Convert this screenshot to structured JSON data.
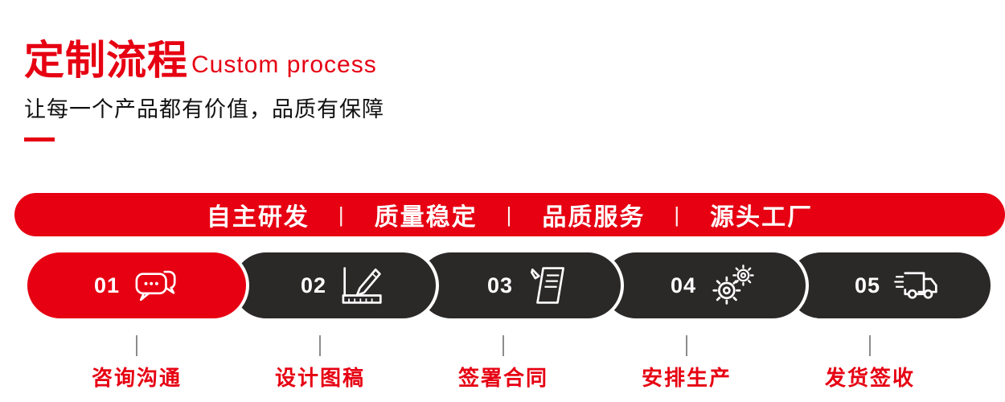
{
  "header": {
    "title_cn": "定制流程",
    "title_en": "Custom process",
    "subtitle": "让每一个产品都有价值，品质有保障"
  },
  "banner": {
    "separator": "|",
    "items": [
      "自主研发",
      "质量稳定",
      "品质服务",
      "源头工厂"
    ]
  },
  "steps": [
    {
      "number": "01",
      "label": "咨询沟通",
      "icon": "chat-bubbles-icon"
    },
    {
      "number": "02",
      "label": "设计图稿",
      "icon": "ruler-pencil-icon"
    },
    {
      "number": "03",
      "label": "签署合同",
      "icon": "contract-document-icon"
    },
    {
      "number": "04",
      "label": "安排生产",
      "icon": "gears-icon"
    },
    {
      "number": "05",
      "label": "发货签收",
      "icon": "delivery-truck-icon"
    }
  ],
  "colors": {
    "accent_red": "#e60012",
    "dark_pill": "#2b2828",
    "text_dark": "#111111",
    "tick_gray": "#8c8c8c",
    "icon_white": "#ffffff"
  }
}
